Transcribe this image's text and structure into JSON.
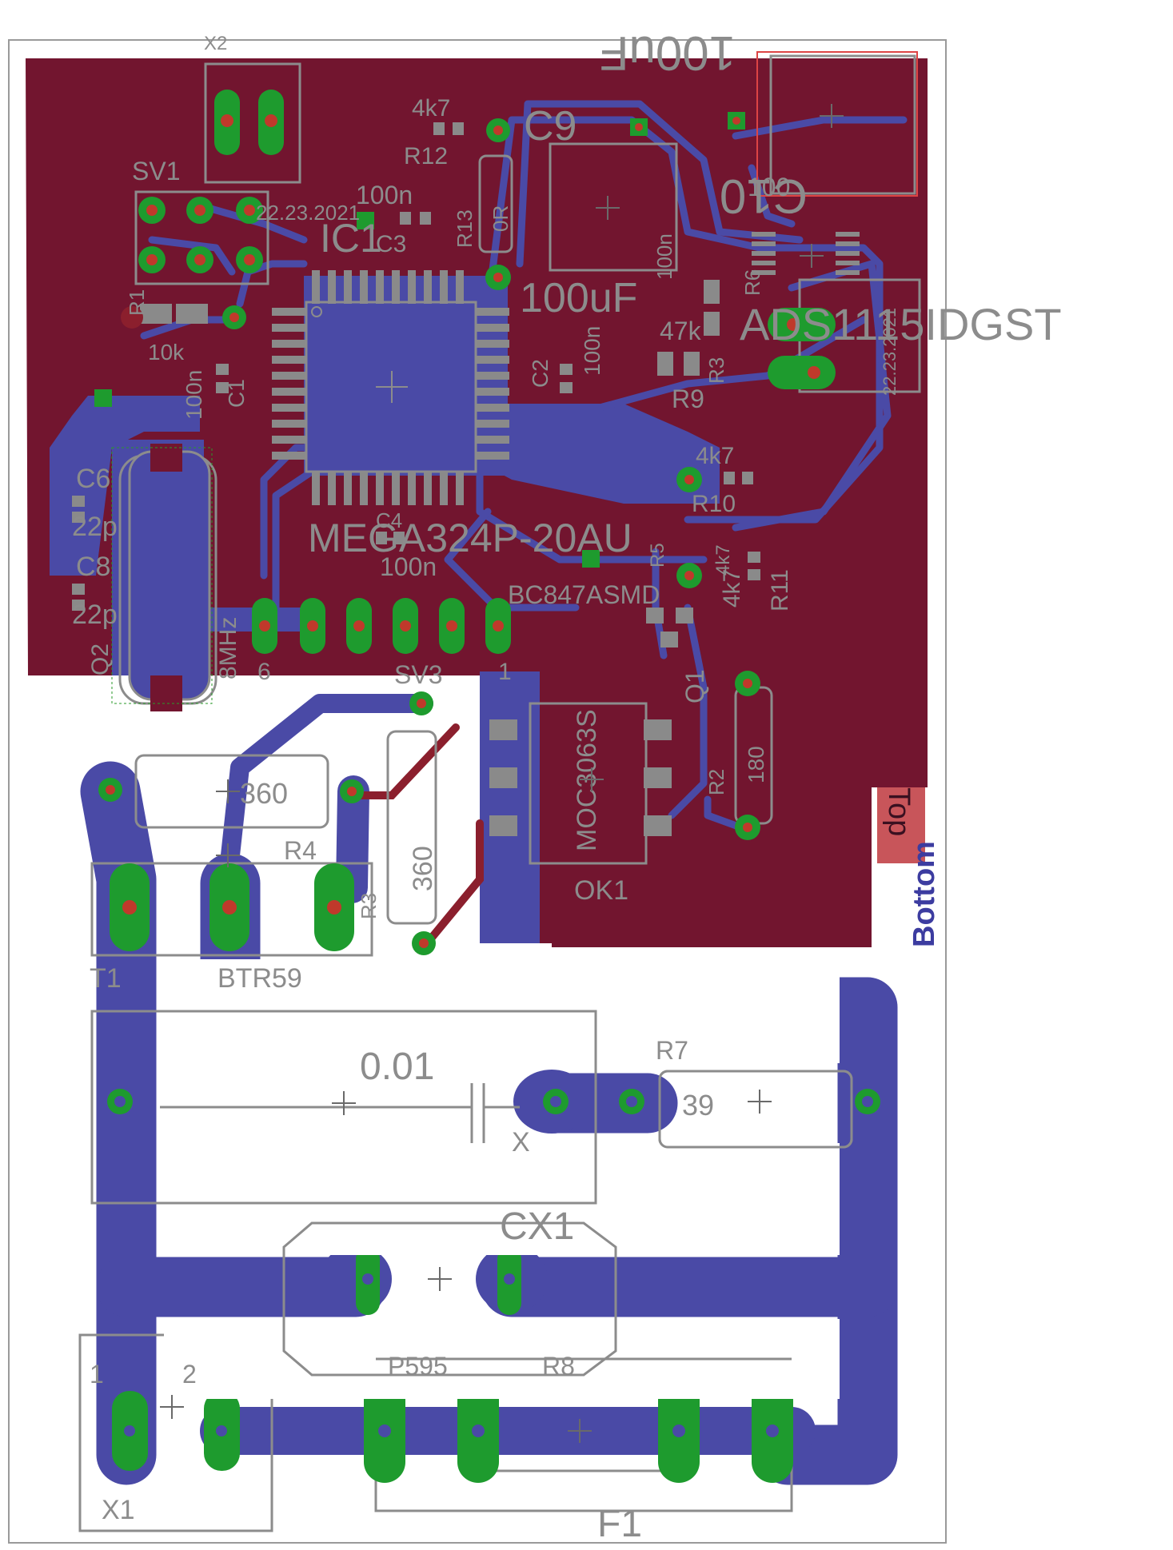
{
  "board": {
    "colors": {
      "top_copper": "#72152f",
      "bottom_copper": "#4a4aa6",
      "silkscreen": "#8c8c8c",
      "pad": "#1e9b2e",
      "drill": "#c0392b",
      "outline": "#9a9a9a",
      "background": "#ffffff"
    },
    "labels": {
      "x2": "X2",
      "sv1": "SV1",
      "r12_value": "4k7",
      "r12_name": "R12",
      "c9": "C9",
      "c10_value": "100uF",
      "c10_name": "C10",
      "c10_value2": "100",
      "c3_value": "100n",
      "c3_name": "C3",
      "ic1": "IC1",
      "r13_name": "R13",
      "r13_value": "0R",
      "date1": "22.23.2021",
      "date2": "22.23.2021",
      "r1_value": "10k",
      "r1_name": "R1",
      "c1_value": "100n",
      "c1_name": "C1",
      "c9_value": "100uF",
      "u1_value": "100n",
      "r6_name": "R6",
      "r6_value": "47k",
      "r9_name": "R9",
      "r3_name": "R3",
      "ic2": "ADS1115IDGST",
      "c2_name": "C2",
      "c2_value": "100n",
      "c6_name": "C6",
      "c6_value": "22p",
      "c8_name": "C8",
      "c8_value": "22p",
      "q2_name": "Q2",
      "q2_value": "8MHz",
      "mcu_value": "MEGA324P-20AU",
      "c4_name": "C4",
      "c4_value": "100n",
      "r10_value": "4k7",
      "r10_name": "R10",
      "r5_name": "R5",
      "r5_value": "4k7",
      "r11_value": "4k7",
      "r11_name": "R11",
      "q1_value": "BC847ASMD",
      "q1_name": "Q1",
      "sv3_pin6": "6",
      "sv3_name": "SV3",
      "sv3_pin1": "1",
      "ok1_value": "MOC3063S",
      "ok1_name": "OK1",
      "r2_name": "R2",
      "r2_value": "180",
      "r4_value": "360",
      "r4_name": "R4",
      "r3b_value": "360",
      "r3b_name": "R3",
      "t1_name": "T1",
      "t1_value": "BTR59",
      "tag_bottom": "Bottom",
      "tag_top": "Top",
      "cx_value": "0.01",
      "cx_mark": "X",
      "cx_name": "CX1",
      "r7_name": "R7",
      "r7_value": "39",
      "x1_pin1": "1",
      "x1_pin2": "2",
      "x1_name": "X1",
      "f1_value": "P595",
      "r8_name": "R8",
      "f1_name": "F1"
    }
  }
}
